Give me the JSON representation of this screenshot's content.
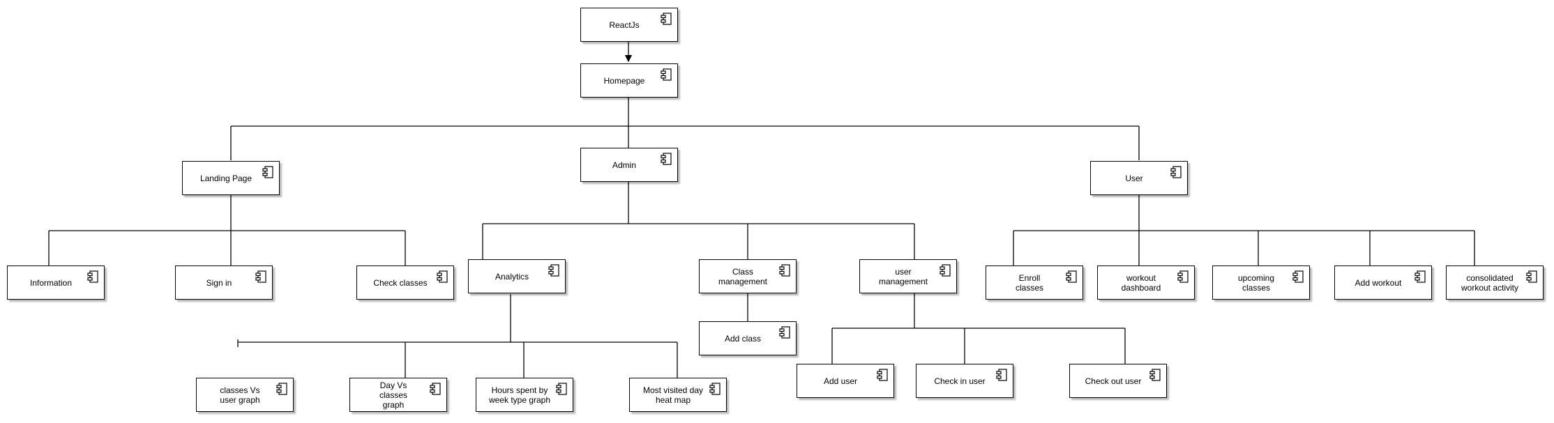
{
  "diagram": {
    "nodes": {
      "reactjs": "ReactJs",
      "homepage": "Homepage",
      "landing": "Landing Page",
      "admin": "Admin",
      "user": "User",
      "information": "Information",
      "signin": "Sign in",
      "checkclasses": "Check classes",
      "analytics": "Analytics",
      "classmgmt": "Class\nmanagement",
      "usermgmt": "user\nmanagement",
      "enroll": "Enroll\nclasses",
      "workoutdash": "workout\ndashboard",
      "upcoming": "upcoming\nclasses",
      "addworkout": "Add workout",
      "consolidated": "consolidated\nworkout activity",
      "addclass": "Add class",
      "adduser": "Add user",
      "checkinuser": "Check in user",
      "checkoutuser": "Check out user",
      "classesvs": "classes Vs\nuser graph",
      "dayvs": "Day Vs\nclasses\ngraph",
      "hoursspent": "Hours spent by\nweek type graph",
      "mostvisited": "Most visited day\nheat map"
    }
  }
}
